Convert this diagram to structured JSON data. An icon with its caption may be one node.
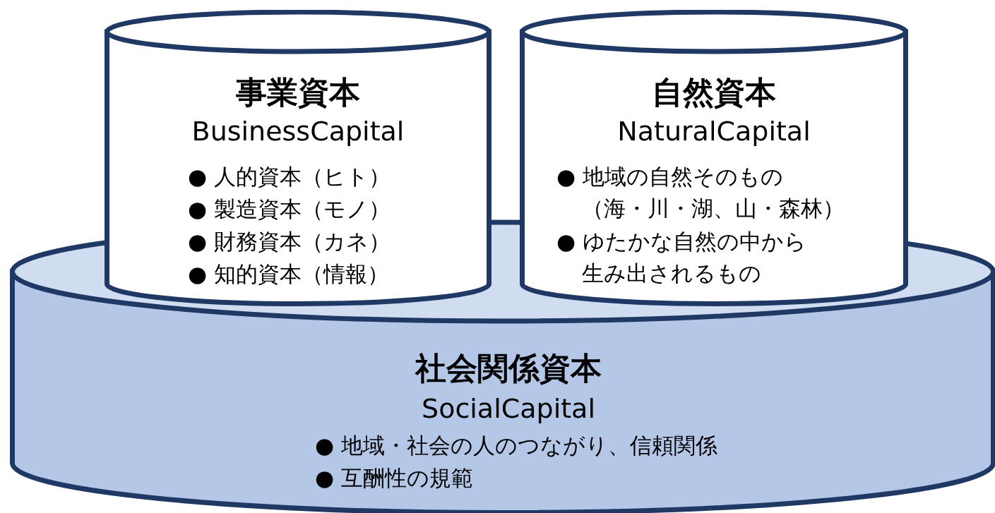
{
  "diagram": {
    "nodes": [
      {
        "text": [
          "社会関係資本",
          "SocialCapital",
          "● 地域・社会の人のつながり、信頼関係",
          "● 互酬性の規範"
        ]
      },
      {
        "text": [
          "事業資本",
          "BusinessCapital",
          "● 人的資本（ヒト）",
          "● 製造資本（モノ）",
          "● 財務資本（カネ）",
          "● 知的資本（情報）"
        ]
      },
      {
        "text": [
          "自然資本",
          "NaturalCapital",
          "● 地域の自然そのもの（海・川・湖、山・森林）",
          "● ゆたかな自然の中から生み出されるもの"
        ]
      }
    ],
    "edges": []
  }
}
